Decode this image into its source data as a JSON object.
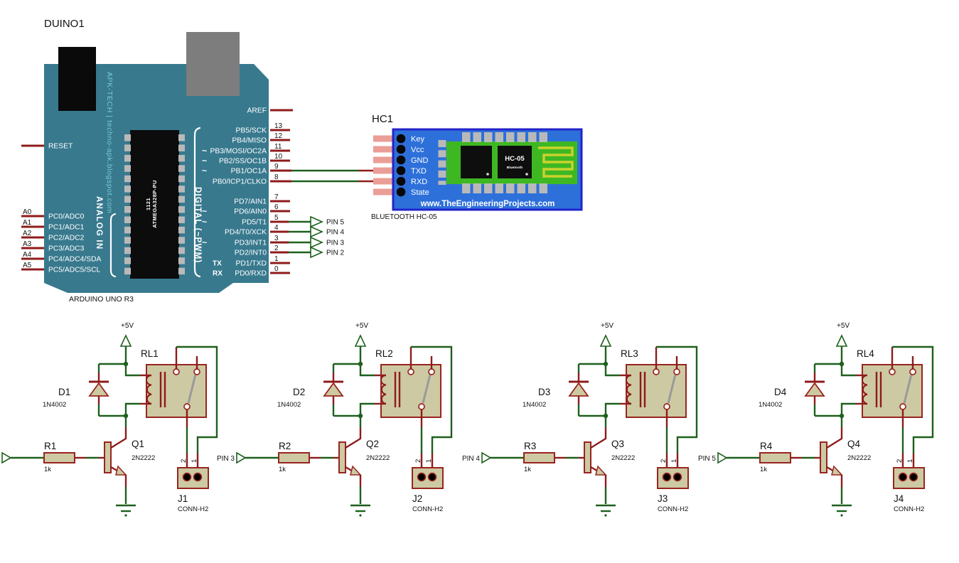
{
  "arduino": {
    "ref": "DUINO1",
    "part_label": "ARDUINO UNO R3",
    "watermark": "APK-TECH | techno-apk.blogspot.com",
    "chip": {
      "line1": "1121",
      "line2": "ATMEGA328P-PU"
    },
    "groups": {
      "analog": "ANALOG IN",
      "digital": "DIGITAL (~PWM)"
    },
    "reset": "RESET",
    "aref": "AREF",
    "tx": "TX",
    "rx": "RX",
    "tilde": "~",
    "left_pins": [
      {
        "pin": "A0",
        "name": "PC0/ADC0"
      },
      {
        "pin": "A1",
        "name": "PC1/ADC1"
      },
      {
        "pin": "A2",
        "name": "PC2/ADC2"
      },
      {
        "pin": "A3",
        "name": "PC3/ADC3"
      },
      {
        "pin": "A4",
        "name": "PC4/ADC4/SDA"
      },
      {
        "pin": "A5",
        "name": "PC5/ADC5/SCL"
      }
    ],
    "right_pins": [
      {
        "num": "13",
        "name": "PB5/SCK"
      },
      {
        "num": "12",
        "name": "PB4/MISO"
      },
      {
        "num": "11",
        "name": "PB3/MOSI/OC2A"
      },
      {
        "num": "10",
        "name": "PB2/SS/OC1B"
      },
      {
        "num": "9",
        "name": "PB1/OC1A"
      },
      {
        "num": "8",
        "name": "PB0/ICP1/CLKO"
      },
      {
        "num": "7",
        "name": "PD7/AIN1"
      },
      {
        "num": "6",
        "name": "PD6/AIN0"
      },
      {
        "num": "5",
        "name": "PD5/T1"
      },
      {
        "num": "4",
        "name": "PD4/T0/XCK"
      },
      {
        "num": "3",
        "name": "PD3/INT1"
      },
      {
        "num": "2",
        "name": "PD2/INT0"
      },
      {
        "num": "1",
        "name": "PD1/TXD"
      },
      {
        "num": "0",
        "name": "PD0/RXD"
      }
    ]
  },
  "net_flags": [
    "PIN 5",
    "PIN 4",
    "PIN 3",
    "PIN 2"
  ],
  "bluetooth": {
    "ref": "HC1",
    "part_label": "BLUETOOTH HC-05",
    "pins": [
      "Key",
      "Vcc",
      "GND",
      "TXD",
      "RXD",
      "State"
    ],
    "chip_label": "HC-05",
    "chip_sublabel": "Bluetooth",
    "url": "www.TheEngineeringProjects.com"
  },
  "supply_label": "+5V",
  "relay_circuits": [
    {
      "input": "",
      "relay_ref": "RL1",
      "diode_ref": "D1",
      "diode_value": "1N4002",
      "resistor_ref": "R1",
      "resistor_value": "1k",
      "transistor_ref": "Q1",
      "transistor_value": "2N2222",
      "connector_ref": "J1",
      "connector_value": "CONN-H2",
      "conn_pin1": "1",
      "conn_pin2": "2"
    },
    {
      "input": "PIN 3",
      "relay_ref": "RL2",
      "diode_ref": "D2",
      "diode_value": "1N4002",
      "resistor_ref": "R2",
      "resistor_value": "1k",
      "transistor_ref": "Q2",
      "transistor_value": "2N2222",
      "connector_ref": "J2",
      "connector_value": "CONN-H2",
      "conn_pin1": "1",
      "conn_pin2": "2"
    },
    {
      "input": "PIN 4",
      "relay_ref": "RL3",
      "diode_ref": "D3",
      "diode_value": "1N4002",
      "resistor_ref": "R3",
      "resistor_value": "1k",
      "transistor_ref": "Q3",
      "transistor_value": "2N2222",
      "connector_ref": "J3",
      "connector_value": "CONN-H2",
      "conn_pin1": "1",
      "conn_pin2": "2"
    },
    {
      "input": "PIN 5",
      "relay_ref": "RL4",
      "diode_ref": "D4",
      "diode_value": "1N4002",
      "resistor_ref": "R4",
      "resistor_value": "1k",
      "transistor_ref": "Q4",
      "transistor_value": "2N2222",
      "connector_ref": "J4",
      "connector_value": "CONN-H2",
      "conn_pin1": "1",
      "conn_pin2": "2"
    }
  ],
  "colors": {
    "board_teal": "#38798e",
    "wire_green": "#1d601d",
    "pin_red": "#8e1b1b",
    "component_tan": "#cdc9a3",
    "component_outline": "#97251f",
    "module_blue": "#2e70d9",
    "module_border": "#2323cb",
    "pcb_green": "#3eb822",
    "antenna_yellow": "#ccd22e",
    "pink_header": "#eb9d97"
  }
}
